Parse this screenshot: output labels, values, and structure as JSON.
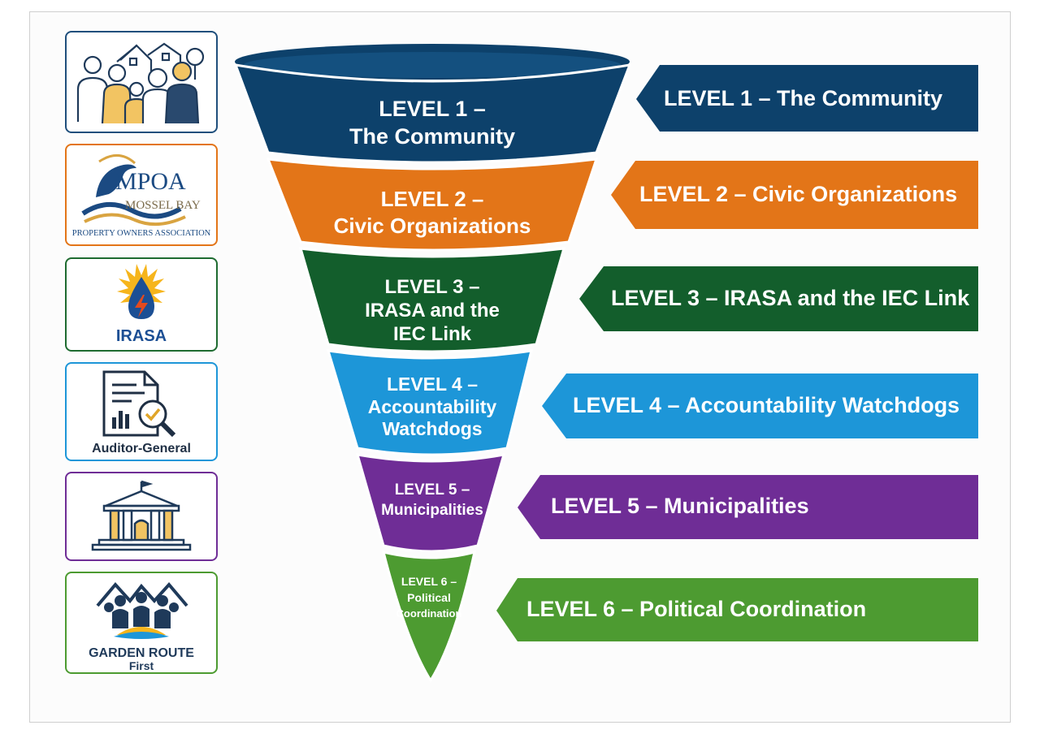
{
  "colors": {
    "level1": "#0d416b",
    "level2": "#e37518",
    "level3": "#135e2c",
    "level4": "#1d96d8",
    "level5": "#6f2d96",
    "level6": "#4d9b31"
  },
  "funnel": [
    {
      "line1": "LEVEL 1 –",
      "line2": "The Community",
      "line3": ""
    },
    {
      "line1": "LEVEL 2 –",
      "line2": "Civic Organizations",
      "line3": ""
    },
    {
      "line1": "LEVEL 3 –",
      "line2": "IRASA and the",
      "line3": "IEC Link"
    },
    {
      "line1": "LEVEL 4 –",
      "line2": "Accountability",
      "line3": "Watchdogs"
    },
    {
      "line1": "LEVEL 5 –",
      "line2": "Municipalities",
      "line3": ""
    },
    {
      "line1": "LEVEL 6 –",
      "line2": "Political",
      "line3": "Coordination"
    }
  ],
  "banners": [
    "LEVEL 1 – The Community",
    "LEVEL 2 – Civic Organizations",
    "LEVEL 3 – IRASA and the IEC Link",
    "LEVEL 4 – Accountability Watchdogs",
    "LEVEL 5 – Municipalities",
    "LEVEL 6 – Political Coordination"
  ],
  "logos": [
    {
      "name": "community-logo",
      "icon": "family-with-houses-icon"
    },
    {
      "name": "mpoa-logo",
      "icon": "dolphin-wave-icon",
      "title": "MPOA",
      "subtitle": "MOSSEL BAY",
      "caption": "PROPERTY OWNERS ASSOCIATION"
    },
    {
      "name": "irasa-logo",
      "icon": "sun-drop-lightning-icon",
      "caption": "IRASA"
    },
    {
      "name": "auditor-general-logo",
      "icon": "report-magnifier-icon",
      "caption": "Auditor-General"
    },
    {
      "name": "municipality-logo",
      "icon": "government-building-icon"
    },
    {
      "name": "garden-route-logo",
      "icon": "people-houses-sun-icon",
      "caption_line1": "GARDEN ROUTE",
      "caption_line2": "First"
    }
  ]
}
